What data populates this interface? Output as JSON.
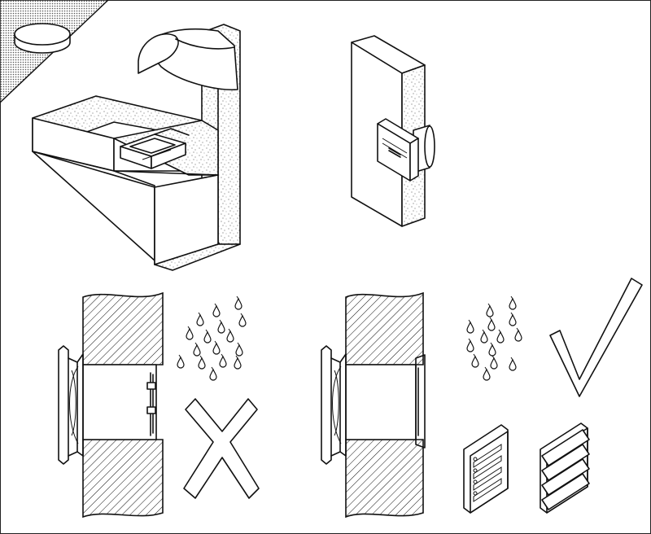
{
  "diagram": {
    "panels": [
      {
        "id": "ceiling-duct-install",
        "label": ""
      },
      {
        "id": "wall-install",
        "label": ""
      },
      {
        "id": "incorrect-wall-install",
        "label": ""
      },
      {
        "id": "correct-wall-install",
        "label": ""
      }
    ],
    "symbols": {
      "wrong": "cross-mark-icon",
      "right": "check-mark-icon",
      "moisture": "water-drops-icon",
      "grille_fixed": "louvre-grille-icon",
      "grille_gravity": "gravity-shutter-icon",
      "ceiling_light": "ceiling-lamp-icon"
    },
    "colors": {
      "line": "#111111",
      "background": "#ffffff",
      "fill": "#ffffff"
    }
  }
}
